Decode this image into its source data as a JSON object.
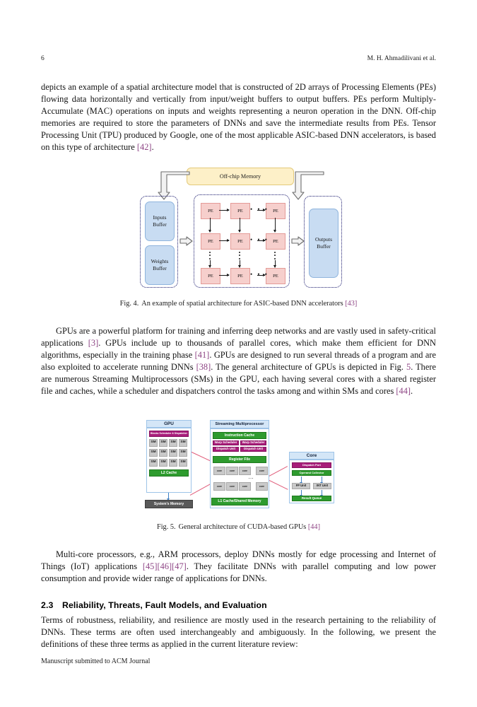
{
  "runhead": {
    "page_number": "6",
    "authors": "M. H. Ahmadilivani et al."
  },
  "paragraphs": {
    "p1": "depicts an example of a spatial architecture model that is constructed of 2D arrays of Processing Elements (PEs) flowing data horizontally and vertically from input/weight buffers to output buffers. PEs perform Multiply-Accumulate (MAC) operations on inputs and weights representing a neuron operation in the DNN. Off-chip memories are required to store the parameters of DNNs and save the intermediate results from PEs. Tensor Processing Unit (TPU) produced by Google, one of the most applicable ASIC-based DNN accelerators, is based on this type of architecture [42].",
    "p1_pre": "depicts an example of a spatial architecture model that is constructed of 2D arrays of Processing Elements (PEs) flowing data horizontally and vertically from input/weight buffers to output buffers. PEs perform Multiply-Accumulate (MAC) operations on inputs and weights representing a neuron operation in the DNN. Off-chip memories are required to store the parameters of DNNs and save the intermediate results from PEs. Tensor Processing Unit (TPU) produced by Google, one of the most applicable ASIC-based DNN accelerators, is based on this type of architecture ",
    "p1_ref": "[42]",
    "p1_post": ".",
    "p2_a": "GPUs are a powerful platform for training and inferring deep networks and are vastly used in safety-critical applications ",
    "p2_r1": "[3]",
    "p2_b": ". GPUs include up to thousands of parallel cores, which make them efficient for DNN algorithms, especially in the training phase ",
    "p2_r2": "[41]",
    "p2_c": ". GPUs are designed to run several threads of a program and are also exploited to accelerate running DNNs ",
    "p2_r3": "[38]",
    "p2_d": ". The general architecture of GPUs is depicted in Fig. ",
    "p2_r4": "5",
    "p2_e": ". There are numerous Streaming Multiprocessors (SMs) in the GPU, each having several cores with a shared register file and caches, while a scheduler and dispatchers control the tasks among and within SMs and cores ",
    "p2_r5": "[44]",
    "p2_f": ".",
    "p3_a": "Multi-core processors, e.g., ARM processors, deploy DNNs mostly for edge processing and Internet of Things (IoT) applications ",
    "p3_r1": "[45]",
    "p3_r2": "[46]",
    "p3_r3": "[47]",
    "p3_b": ". They facilitate DNNs with parallel computing and low power consumption and provide wider range of applications for DNNs.",
    "p4": "Terms of robustness, reliability, and resilience are mostly used in the research pertaining to the reliability of DNNs. These terms are often used interchangeably and ambiguously. In the following, we present the definitions of these three terms as applied in the current literature review:"
  },
  "section": {
    "number": "2.3",
    "title": "Reliability, Threats, Fault Models, and Evaluation"
  },
  "fig4": {
    "caption_label": "Fig. 4.",
    "caption_text": "An example of spatial architecture for ASIC-based DNN accelerators ",
    "caption_ref": "[43]",
    "offchip_memory": "Off-chip Memory",
    "inputs_buffer_l1": "Inputs",
    "inputs_buffer_l2": "Buffer",
    "weights_buffer_l1": "Weights",
    "weights_buffer_l2": "Buffer",
    "outputs_buffer_l1": "Outputs",
    "outputs_buffer_l2": "Buffer",
    "pe_label": "PE",
    "hdots": "• • •",
    "vdots": "•",
    "colors": {
      "memory_fill": "#fdf0c8",
      "buffer_fill": "#c8dcf2",
      "pe_fill": "#f6cfcc",
      "dashed_border": "#1a1a6e"
    }
  },
  "fig5": {
    "caption_label": "Fig. 5.",
    "caption_text": "General architecture of CUDA-based GPUs ",
    "caption_ref": "[44]",
    "gpu_title": "GPU",
    "blocks_scheduler": "Blocks Scheduler & Dispatcher",
    "sm_label": "SM",
    "sm_grid_rows": 3,
    "sm_grid_cols": 4,
    "l2_cache": "L2 Cache",
    "system_memory": "System's Memory",
    "sm_title": "Streaming Multiprocessor",
    "instruction_cache": "Instruction Cache",
    "warp_scheduler": "Warp Scheduler",
    "dispatch_unit": "Dispatch Unit",
    "register_file": "Register File",
    "core_cell": "core",
    "core_ellipsis": "...",
    "l1_cache": "L1 Cache/Shared Memory",
    "core_title": "Core",
    "dispatch_port": "Dispatch Port",
    "operand_collector": "Operand Collector",
    "fp_unit": "FP Unit",
    "int_unit": "INT Unit",
    "result_queue": "Result Queue",
    "colors": {
      "panel_title_fill": "#d4e6f7",
      "green_fill": "#2e9b2e",
      "magenta_fill": "#a81d7a",
      "grey_fill": "#c9c9c9",
      "dark_fill": "#595959",
      "link_color": "#e05c7a",
      "arrow_color": "#3d7fc4"
    }
  },
  "footer": {
    "text": "Manuscript submitted to ACM Journal"
  }
}
